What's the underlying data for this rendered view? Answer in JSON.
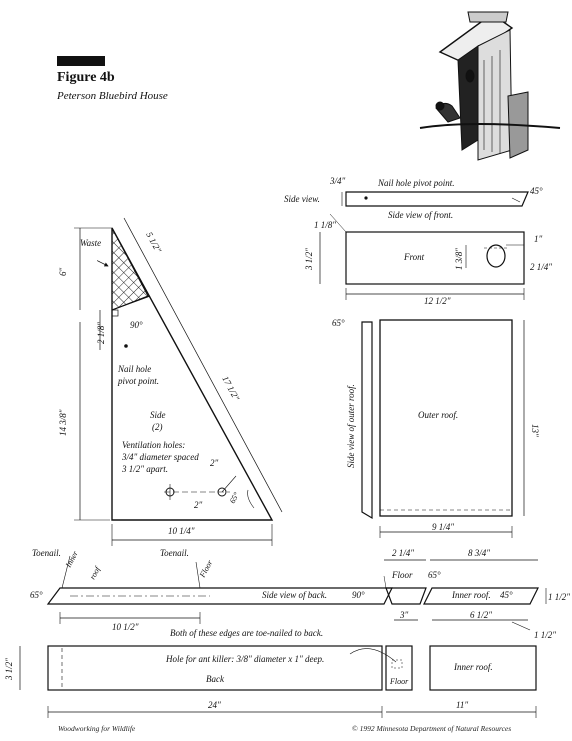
{
  "figure": {
    "title": "Figure 4b",
    "subtitle": "Peterson Bluebird House"
  },
  "side_panel": {
    "waste": "Waste",
    "top_slant": "5 1/2\"",
    "height_top": "6\"",
    "height_bottom": "14 3/8\"",
    "vent_spacing": "2 1/8\"",
    "angle_90": "90°",
    "nail_hole": [
      "Nail hole",
      "pivot point."
    ],
    "hypotenuse": "17 1/2\"",
    "side_label": [
      "Side",
      "(2)"
    ],
    "vent_note": [
      "Ventilation holes:",
      "3/4\" diameter spaced",
      "3 1/2\" apart."
    ],
    "dim_2": "2\"",
    "dim_2b": "2\"",
    "angle_65": "65°",
    "bottom_width": "10 1/4\""
  },
  "front_panel": {
    "thickness": "3/4\"",
    "side_view": "Side view.",
    "nail_note": "Nail hole pivot point.",
    "angle_45": "45°",
    "offset": "1 1/8\"",
    "side_view_front": "Side view of front.",
    "height": "3 1/2\"",
    "hole_height": "1 3/8\"",
    "label": "Front",
    "hole_top": "1\"",
    "hole_right": "2 1/4\"",
    "width": "12 1/2\""
  },
  "outer_roof": {
    "angle_65": "65°",
    "side_view_label": "Side view of outer roof.",
    "label": "Outer roof.",
    "height": "13\"",
    "width": "9 1/4\""
  },
  "back_section": {
    "toenail_left": "Toenail.",
    "inner_roof_tag": "Inner",
    "roof_tag": "roof",
    "toenail_mid": "Toenail.",
    "floor_tag": "Floor",
    "angle_65": "65°",
    "side_view_back": "Side view of back.",
    "angle_90": "90°",
    "dim_10": "10 1/2\"",
    "edges_note": "Both of these edges are toe-nailed to back.",
    "height": "3 1/2\"",
    "ant_note": "Hole for ant killer: 3/8\" diameter x 1\" deep.",
    "back_label": "Back",
    "length": "24\""
  },
  "right_section": {
    "dim_2_1_4": "2 1/4\"",
    "dim_8_3_4": "8 3/4\"",
    "floor": "Floor",
    "angle_65": "65°",
    "inner_roof": "Inner roof.",
    "angle_45": "45°",
    "thickness": "1 1/2\"",
    "dim_3": "3\"",
    "dim_6_1_2": "6 1/2\"",
    "thickness_2": "1 1/2\"",
    "floor_label": "Floor",
    "inner_roof_label": "Inner roof.",
    "width": "11\""
  },
  "footer": {
    "left": "Woodworking for Wildlife",
    "right": "© 1992 Minnesota Department of Natural Resources"
  }
}
